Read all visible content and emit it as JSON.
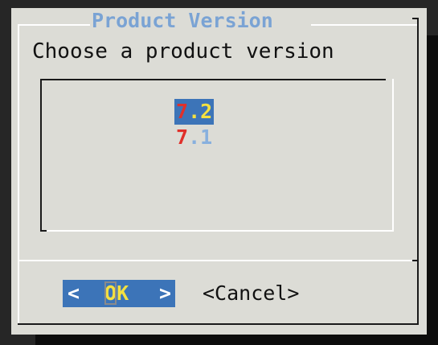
{
  "dialog": {
    "title": "Product Version",
    "prompt": "Choose a product version",
    "items": [
      {
        "hotkey": "7",
        "rest": ".2",
        "selected": true
      },
      {
        "hotkey": "7",
        "rest": ".1",
        "selected": false
      }
    ],
    "ok_button": {
      "bracket_left": "<",
      "hotkey": "O",
      "rest": "K",
      "bracket_right": ">"
    },
    "cancel_button": {
      "label": "<Cancel>"
    }
  },
  "colors": {
    "dialog_bg": "#dcdcd6",
    "title": "#7aa3d4",
    "selection_bg": "#3c74b8",
    "hotkey": "#e0302a",
    "selected_text": "#f4e040",
    "item_text": "#88b0de",
    "screen_bg": "#262626"
  }
}
